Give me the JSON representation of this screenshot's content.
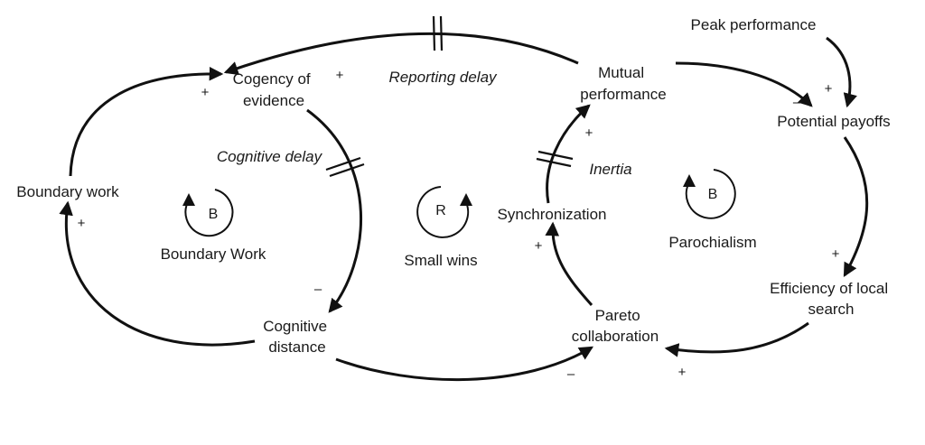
{
  "nodes": {
    "peak_performance": "Peak performance",
    "mutual_performance": [
      "Mutual",
      "performance"
    ],
    "potential_payoffs": "Potential payoffs",
    "cogency_of_evidence": [
      "Cogency of",
      "evidence"
    ],
    "boundary_work": "Boundary work",
    "cognitive_distance": [
      "Cognitive",
      "distance"
    ],
    "synchronization": "Synchronization",
    "pareto_collaboration": [
      "Pareto",
      "collaboration"
    ],
    "efficiency_of_local_search": [
      "Efficiency of local",
      "search"
    ]
  },
  "delays": {
    "reporting": "Reporting delay",
    "cognitive": "Cognitive delay",
    "inertia": "Inertia"
  },
  "loops": {
    "boundary_work": {
      "type": "B",
      "name": "Boundary Work"
    },
    "small_wins": {
      "type": "R",
      "name": "Small wins"
    },
    "parochialism": {
      "type": "B",
      "name": "Parochialism"
    }
  },
  "signs": {
    "mutual_to_cogency": "+",
    "boundary_to_cogency": "+",
    "cognitive_distance_to_boundary": "+",
    "cogency_to_cognitive_distance": "–",
    "cognitive_distance_to_pareto": "–",
    "efficiency_to_pareto": "+",
    "pareto_to_synchronization": "+",
    "synchronization_to_mutual": "+",
    "mutual_to_potential": "–",
    "peak_to_potential": "+",
    "potential_to_efficiency": "+"
  }
}
